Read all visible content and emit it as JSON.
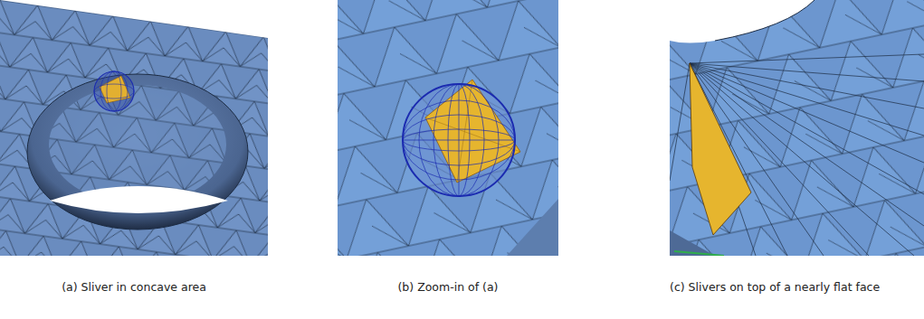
{
  "diagram": {
    "labels": [
      "(a) Sliver in concave area",
      "(b) Zoom-in of (a)",
      "(c) Slivers on top of a nearly flat face"
    ]
  }
}
